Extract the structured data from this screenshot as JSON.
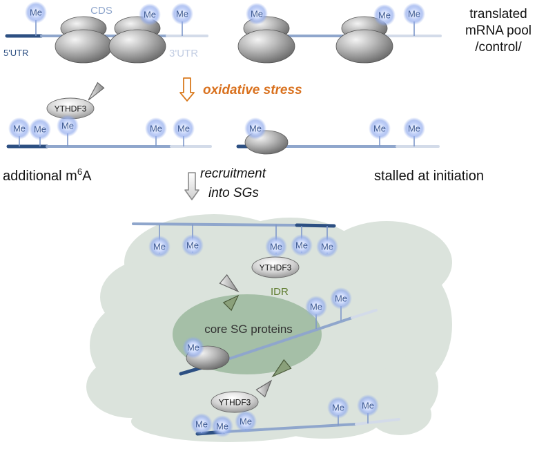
{
  "labels": {
    "cds": "CDS",
    "utr5": "5'UTR",
    "utr3": "3'UTR",
    "pool": [
      "translated",
      "mRNA pool",
      "/control/"
    ],
    "oxidative": "oxidative stress",
    "additional_prefix": "additional m",
    "additional_sup": "6",
    "additional_suffix": "A",
    "stalled": "stalled at initiation",
    "recruitment": [
      "recruitment",
      "into SGs"
    ],
    "idr": "IDR",
    "core": "core SG proteins",
    "ythdf3": "YTHDF3",
    "me": "Me"
  },
  "colors": {
    "utr5": "#2c4f82",
    "cds": "#8fa6cc",
    "utr3": "#d3dbe9",
    "granule": "#dbe3dc",
    "core": "#9bb89e",
    "arrow_orange": "#d97a1e",
    "text_orange": "#d9711e",
    "idr_text": "#5d7a2c",
    "me_glow": "#7c9ce8"
  }
}
